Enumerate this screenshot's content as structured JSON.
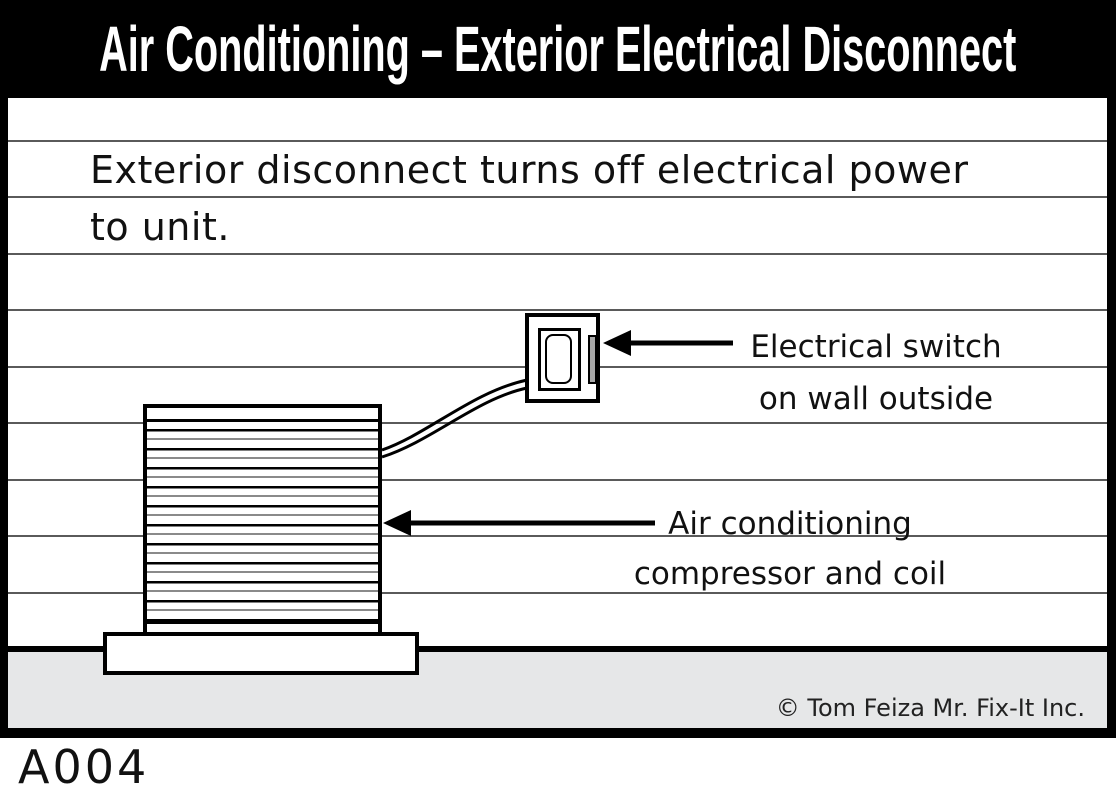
{
  "title_bar": {
    "text": "Air Conditioning – Exterior Electrical Disconnect"
  },
  "diagram": {
    "intro": {
      "line1": "Exterior disconnect turns off electrical power",
      "line2": "to unit."
    },
    "switch_label": {
      "line1": "Electrical switch",
      "line2": "on wall outside"
    },
    "unit_label": {
      "line1": "Air conditioning",
      "line2": "compressor and coil"
    },
    "copyright": "© Tom Feiza Mr. Fix-It Inc."
  },
  "footer": {
    "figure_id": "A004"
  },
  "icons": {
    "switch_arrow": "left-arrow",
    "unit_arrow": "left-arrow"
  },
  "colors": {
    "title_bar_bg": "#000000",
    "title_text": "#ffffff",
    "ink": "#000000",
    "siding_line": "#5a5a5a",
    "ground_fill": "#e6e7e8",
    "fin_gray": "#8a8a8a",
    "lever_gray": "#a8a8a8"
  }
}
